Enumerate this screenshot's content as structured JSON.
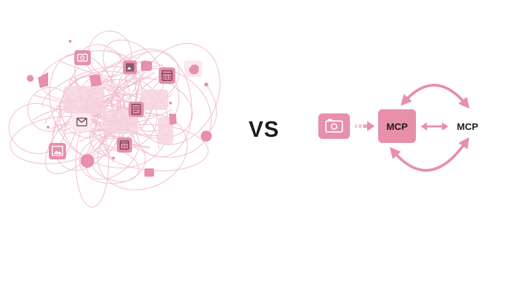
{
  "comparison": {
    "separator_label": "VS"
  },
  "right_diagram": {
    "primary_node_label": "MCP",
    "secondary_node_label": "MCP"
  },
  "icons": {
    "tangle": [
      "camera-icon",
      "image-icon",
      "calendar-icon",
      "hand-icon",
      "document-icon",
      "mail-icon",
      "calendar-small-icon",
      "picture-icon",
      "spreadsheet-icon"
    ],
    "right": "camera-icon"
  },
  "colors": {
    "accent": "#e78fab",
    "accent_light": "#f6d3df",
    "accent_pale": "#fbe9ef",
    "text": "#1c1c1c"
  }
}
